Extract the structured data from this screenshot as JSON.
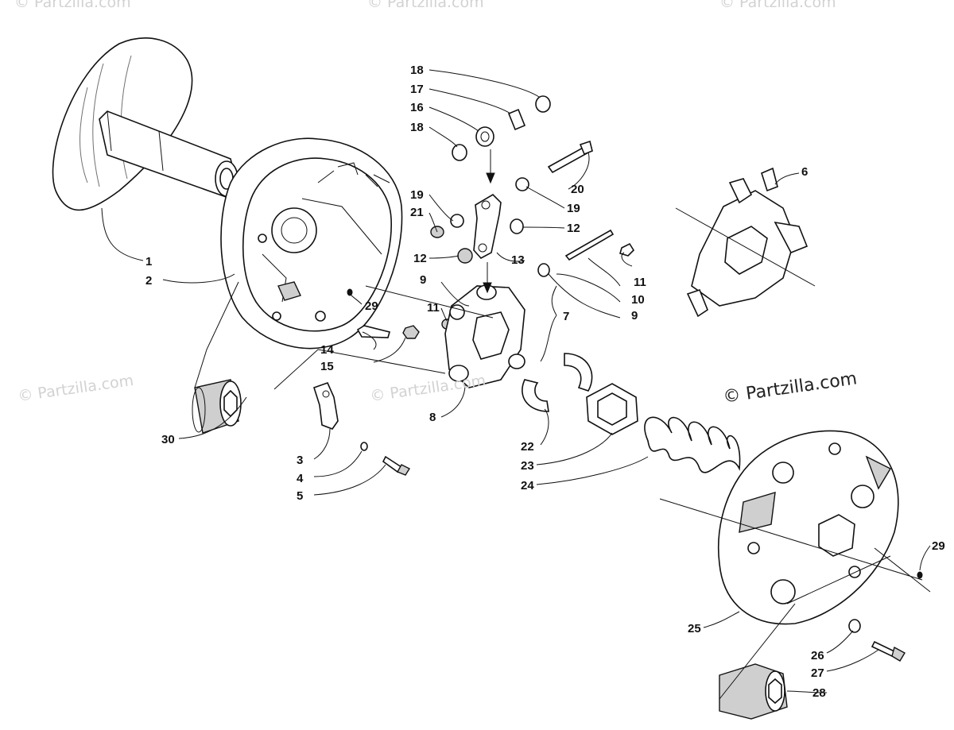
{
  "watermarks": {
    "corner": "© Partzilla.com",
    "main": "© Partzilla.com"
  },
  "callouts": [
    "1",
    "2",
    "3",
    "4",
    "5",
    "6",
    "7",
    "8",
    "9",
    "9",
    "10",
    "11",
    "11",
    "12",
    "12",
    "13",
    "14",
    "15",
    "16",
    "17",
    "18",
    "18",
    "19",
    "19",
    "20",
    "21",
    "22",
    "23",
    "24",
    "25",
    "26",
    "27",
    "28",
    "29",
    "29",
    "30"
  ]
}
